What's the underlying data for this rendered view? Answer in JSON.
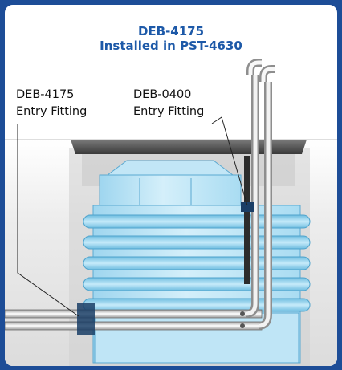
{
  "diagram": {
    "title_line1": "DEB-4175",
    "title_line2": "Installed in PST-4630",
    "labels": [
      {
        "line1": "DEB-4175",
        "line2": "Entry Fitting"
      },
      {
        "line1": "DEB-0400",
        "line2": "Entry Fitting"
      }
    ]
  },
  "colors": {
    "frame": "#1d4d97",
    "title": "#1d59a8",
    "tank": "#b8e4f6",
    "soil": "#e9e9e9"
  }
}
